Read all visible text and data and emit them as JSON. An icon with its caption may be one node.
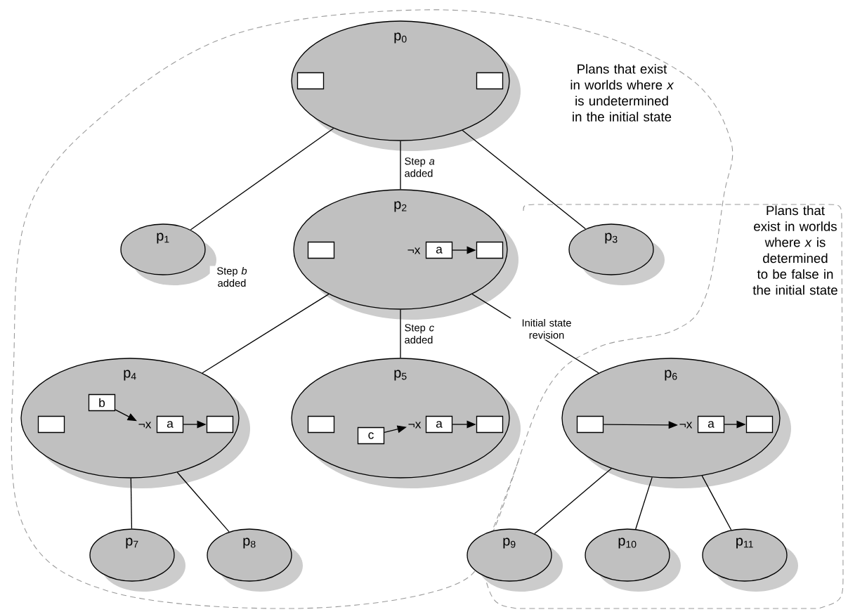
{
  "diagram": {
    "nodes": [
      {
        "text": [
          "p$_{0}$"
        ]
      },
      {
        "text": [],
        "shape": "box",
        "in": 0
      },
      {
        "text": [],
        "shape": "box",
        "in": 0
      },
      {
        "text": [
          "p$_{1}$"
        ]
      },
      {
        "text": [
          "p$_{2}$"
        ]
      },
      {
        "text": [],
        "shape": "box",
        "in": 4
      },
      {
        "text": [
          "¬x"
        ],
        "in": 4
      },
      {
        "text": [
          "a"
        ],
        "in": 4
      },
      {
        "text": [],
        "shape": "box",
        "in": 4
      },
      {
        "text": [
          "p$_{3}$"
        ]
      },
      {
        "text": [
          "p$_{4}$"
        ]
      },
      {
        "text": [],
        "shape": "box",
        "in": 10
      },
      {
        "text": [
          "b"
        ],
        "in": 10
      },
      {
        "text": [
          "¬x"
        ],
        "in": 10
      },
      {
        "text": [
          "a"
        ],
        "in": 10
      },
      {
        "text": [],
        "shape": "box",
        "in": 10
      },
      {
        "text": [
          "p$_{5}$"
        ]
      },
      {
        "text": [],
        "shape": "box",
        "in": 16
      },
      {
        "text": [
          "c"
        ],
        "in": 16
      },
      {
        "text": [
          "¬x"
        ],
        "in": 16
      },
      {
        "text": [
          "a"
        ],
        "in": 16
      },
      {
        "text": [],
        "shape": "box",
        "in": 16
      },
      {
        "text": [
          "p$_{6}$"
        ]
      },
      {
        "text": [],
        "shape": "box",
        "in": 22
      },
      {
        "text": [
          "¬x"
        ],
        "in": 22
      },
      {
        "text": [
          "a"
        ],
        "in": 22
      },
      {
        "text": [],
        "shape": "box",
        "in": 22
      },
      {
        "text": [
          "p$_{7}$"
        ]
      },
      {
        "text": [
          "p$_{8}$"
        ]
      },
      {
        "text": [
          "p$_{9}$"
        ]
      },
      {
        "text": [
          "p$_{10}$"
        ]
      },
      {
        "text": [
          "p$_{11}$"
        ]
      }
    ],
    "edges": [
      {
        "from": 0,
        "to": 3,
        "arrow": "none"
      },
      {
        "from": 0,
        "to": 4,
        "arrow": "none",
        "label": "Step *a* added"
      },
      {
        "from": 0,
        "to": 9,
        "arrow": "none"
      },
      {
        "from": 7,
        "to": 8,
        "arrow": "to"
      },
      {
        "from": 4,
        "to": 10,
        "arrow": "none",
        "label": "Step *b* added"
      },
      {
        "from": 4,
        "to": 16,
        "arrow": "none",
        "label": "Step *c* added"
      },
      {
        "from": 4,
        "to": 22,
        "arrow": "none",
        "label": "Initial state revision"
      },
      {
        "from": 12,
        "to": 13,
        "arrow": "to"
      },
      {
        "from": 14,
        "to": 15,
        "arrow": "to"
      },
      {
        "from": 18,
        "to": 19,
        "arrow": "to"
      },
      {
        "from": 20,
        "to": 21,
        "arrow": "to"
      },
      {
        "from": 23,
        "to": 24,
        "arrow": "to"
      },
      {
        "from": 25,
        "to": 26,
        "arrow": "to"
      },
      {
        "from": 10,
        "to": 27,
        "arrow": "none"
      },
      {
        "from": 10,
        "to": 28,
        "arrow": "none"
      },
      {
        "from": 22,
        "to": 29,
        "arrow": "none"
      },
      {
        "from": 22,
        "to": 30,
        "arrow": "none"
      },
      {
        "from": 22,
        "to": 31,
        "arrow": "none"
      }
    ],
    "labels": [
      "Plans that exist in worlds where *x* is undetermined in the initial state",
      "Plans that exist in worlds where *x* is determined to be false in the initial state"
    ]
  }
}
